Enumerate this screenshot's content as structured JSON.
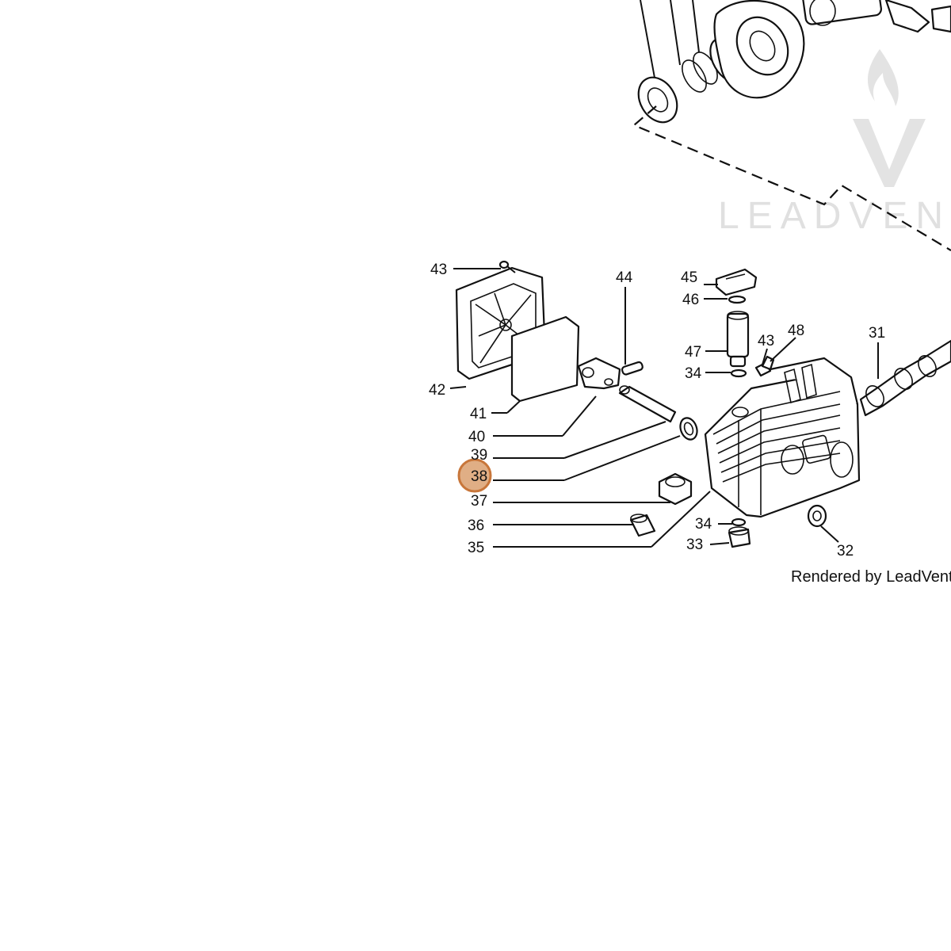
{
  "watermark": {
    "text": "LEADVENT",
    "logo_icon": "flame-v-logo-icon"
  },
  "credit": "Rendered by LeadVenture",
  "highlight": {
    "label": "38",
    "color": "#e0ae85",
    "border": "#c8763a"
  },
  "callouts": {
    "c43a": "43",
    "c44": "44",
    "c45": "45",
    "c46": "46",
    "c47": "47",
    "c43b": "43",
    "c48": "48",
    "c31": "31",
    "c34a": "34",
    "c42": "42",
    "c41": "41",
    "c40": "40",
    "c39": "39",
    "c38": "38",
    "c37": "37",
    "c36": "36",
    "c35": "35",
    "c34b": "34",
    "c33": "33",
    "c32": "32"
  }
}
